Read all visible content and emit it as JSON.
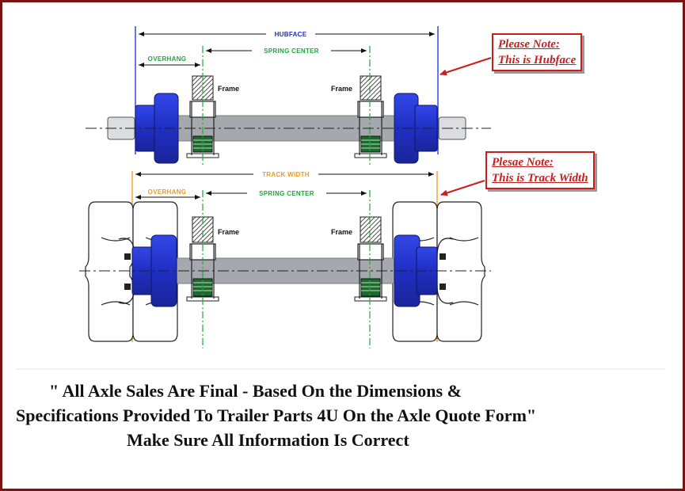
{
  "diagram": {
    "hubface_label": "HUBFACE",
    "spring_center_label": "SPRING CENTER",
    "overhang_label": "OVERHANG",
    "track_width_label": "TRACK WIDTH",
    "frame_label": "Frame",
    "colors": {
      "hub_blue": "#2233cc",
      "axle_gray": "#a5a8ad",
      "dimension_blue": "#1a2dd8",
      "spring_green": "#1ea83c",
      "track_orange": "#f29a18",
      "note_red": "#c81e1e",
      "border_maroon": "#7a1414"
    }
  },
  "notes": {
    "hubface": {
      "line1": "Please Note:",
      "line2": "This is Hubface"
    },
    "track_width": {
      "line1": "Plesae Note:",
      "line2": "This is Track Width"
    }
  },
  "disclaimer": {
    "line1": "\" All Axle Sales Are Final - Based On the Dimensions &",
    "line2": "Specifications Provided To Trailer Parts 4U On the Axle Quote Form\"",
    "line3": "Make Sure All Information Is Correct"
  }
}
